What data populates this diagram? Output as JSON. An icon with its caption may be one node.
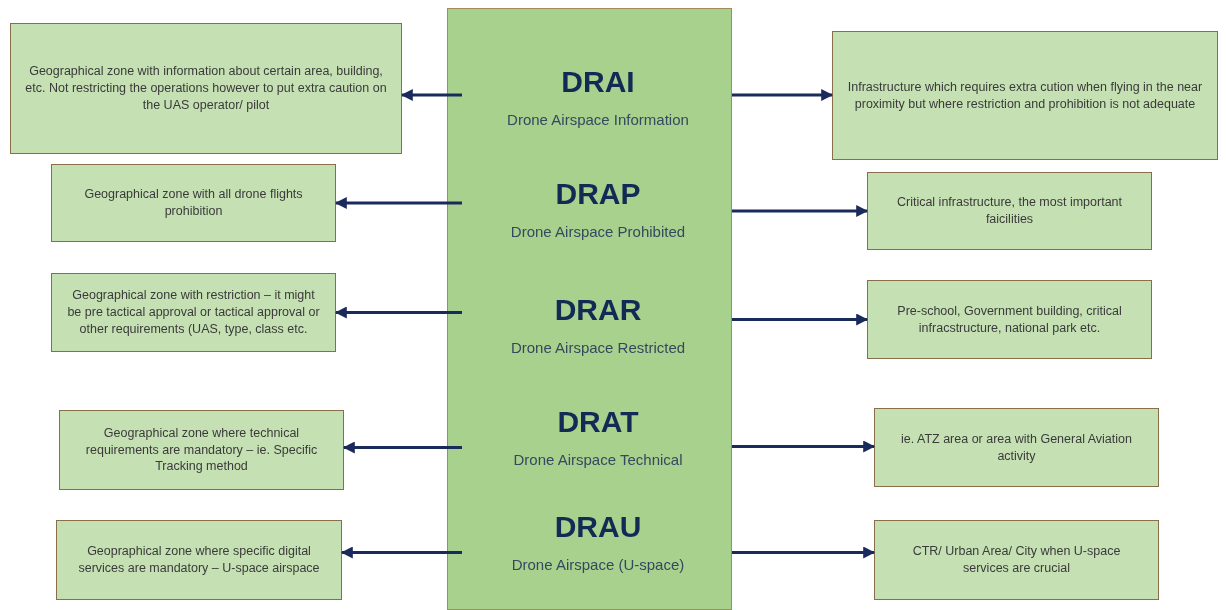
{
  "diagram": {
    "nodes": [
      {
        "text": [],
        "shape": "box"
      },
      {
        "text": [
          "DRAI",
          "Drone Airspace Information"
        ],
        "in": 0
      },
      {
        "text": [
          "DRAP",
          "Drone Airspace Prohibited"
        ],
        "in": 0
      },
      {
        "text": [
          "DRAR",
          "Drone Airspace Restricted"
        ],
        "in": 0
      },
      {
        "text": [
          "DRAT",
          "Drone Airspace Technical"
        ],
        "in": 0
      },
      {
        "text": [
          "DRAU",
          "Drone Airspace (U-space)"
        ],
        "in": 0
      },
      {
        "text": [
          "Geographical zone with information about certain area, building, etc. Not restricting the operations however to put extra caution on the UAS operator/ pilot"
        ]
      },
      {
        "text": [
          "Geographical zone with all drone flights prohibition"
        ]
      },
      {
        "text": [
          "Geographical zone with restriction – it might be pre tactical approval or tactical approval or other requirements (UAS, type, class etc."
        ]
      },
      {
        "text": [
          "Geographical zone where technical requirements are mandatory – ie. Specific Tracking method"
        ]
      },
      {
        "text": [
          "Geopraphical zone where specific digital services are mandatory – U-space airspace"
        ]
      },
      {
        "text": [
          "Infrastructure  which requires extra cution when flying in the near proximity but where restriction and prohibition is not adequate"
        ]
      },
      {
        "text": [
          "Critical infrastructure,  the most important faicilities"
        ]
      },
      {
        "text": [
          "Pre-school, Government building, critical infracstructure,  national  park etc."
        ]
      },
      {
        "text": [
          "ie. ATZ area or area with  General Aviation activity"
        ]
      },
      {
        "text": [
          "CTR/  Urban Area/ City when  U-space services are crucial"
        ]
      }
    ],
    "edges": [
      {
        "from": 1,
        "to": 6,
        "arrow": "to"
      },
      {
        "from": 1,
        "to": 11,
        "arrow": "to"
      },
      {
        "from": 2,
        "to": 7,
        "arrow": "to"
      },
      {
        "from": 2,
        "to": 12,
        "arrow": "to"
      },
      {
        "from": 3,
        "to": 8,
        "arrow": "to"
      },
      {
        "from": 3,
        "to": 13,
        "arrow": "to"
      },
      {
        "from": 4,
        "to": 9,
        "arrow": "to"
      },
      {
        "from": 4,
        "to": 14,
        "arrow": "to"
      },
      {
        "from": 5,
        "to": 10,
        "arrow": "to"
      },
      {
        "from": 5,
        "to": 15,
        "arrow": "to"
      }
    ]
  }
}
